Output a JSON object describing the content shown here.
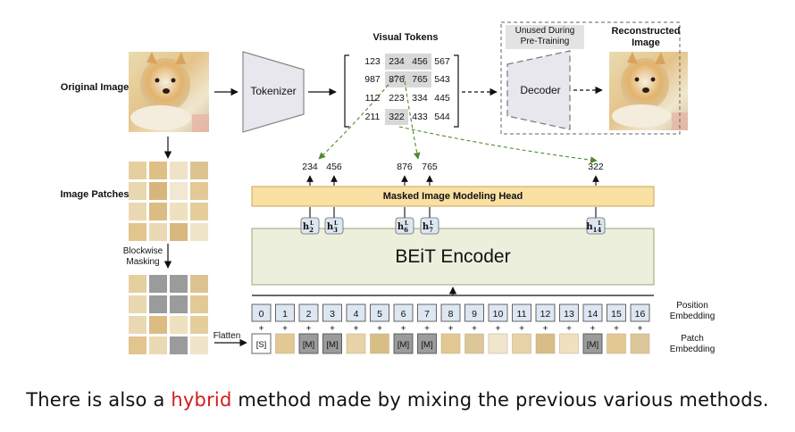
{
  "labels": {
    "original_image": "Original Image",
    "image_patches": "Image Patches",
    "blockwise_masking": "Blockwise Masking",
    "flatten": "Flatten",
    "tokenizer": "Tokenizer",
    "visual_tokens": "Visual Tokens",
    "unused_during_pretraining": "Unused During Pre-Training",
    "decoder": "Decoder",
    "reconstructed_image": "Reconstructed Image",
    "mim_head": "Masked Image Modeling Head",
    "encoder": "BEiT Encoder",
    "position_embedding": "Position Embedding",
    "patch_embedding": "Patch Embedding"
  },
  "token_grid": [
    [
      "123",
      "234",
      "456",
      "567"
    ],
    [
      "987",
      "876",
      "765",
      "543"
    ],
    [
      "112",
      "223",
      "334",
      "445"
    ],
    [
      "211",
      "322",
      "433",
      "544"
    ]
  ],
  "predicted_tokens": [
    "234",
    "456",
    "876",
    "765",
    "322"
  ],
  "hidden_states": [
    {
      "base": "h",
      "sub": "2",
      "sup": "L"
    },
    {
      "base": "h",
      "sub": "3",
      "sup": "L"
    },
    {
      "base": "h",
      "sub": "6",
      "sup": "L"
    },
    {
      "base": "h",
      "sub": "7",
      "sup": "L"
    },
    {
      "base": "h",
      "sub": "14",
      "sup": "L"
    }
  ],
  "positions": [
    "0",
    "1",
    "2",
    "3",
    "4",
    "5",
    "6",
    "7",
    "8",
    "9",
    "10",
    "11",
    "12",
    "13",
    "14",
    "15",
    "16"
  ],
  "plus_sign": "+",
  "special_token": "[S]",
  "mask_token": "[M]",
  "masked_positions": [
    2,
    3,
    6,
    7,
    14
  ],
  "caption": {
    "before": "There is also a ",
    "highlight": "hybrid",
    "after": " method made by mixing the previous various methods."
  },
  "colors": {
    "head_fill": "#f9e0a3",
    "encoder_fill": "#ebefdc",
    "position_fill": "#dde7f2",
    "mask_fill": "#9b9b9b",
    "token_highlight": "#d8d8d8",
    "dashed_arrow": "#4f8a2b",
    "caption_highlight": "#d21c1c"
  }
}
